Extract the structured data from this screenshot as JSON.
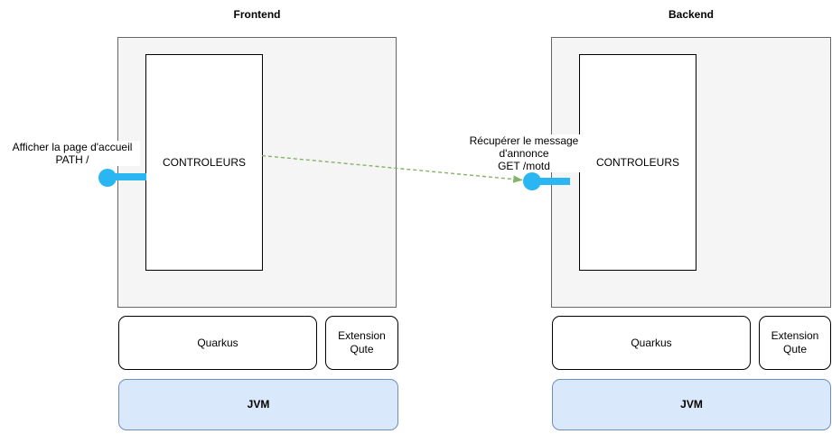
{
  "frontend": {
    "title": "Frontend",
    "controllers_label": "CONTROLEURS",
    "quarkus_label": "Quarkus",
    "extension_label": "Extension Qute",
    "jvm_label": "JVM",
    "annotation_lines": [
      "Afficher la page d'accueil",
      "PATH /"
    ]
  },
  "backend": {
    "title": "Backend",
    "controllers_label": "CONTROLEURS",
    "quarkus_label": "Quarkus",
    "extension_label": "Extension Qute",
    "jvm_label": "JVM",
    "annotation_lines": [
      "Récupérer le message",
      "d'annonce",
      "GET /motd"
    ]
  },
  "edge": {
    "style": "dashed",
    "direction": "frontend-controllers to backend-endpoint"
  },
  "colors": {
    "endpoint_handle": "#29b6f2",
    "edge_color": "#82b366",
    "panel_fill": "#f5f5f5",
    "panel_border": "#666666",
    "box_border": "#000000",
    "jvm_fill": "#dae8fc",
    "jvm_border": "#6c8ebf"
  }
}
